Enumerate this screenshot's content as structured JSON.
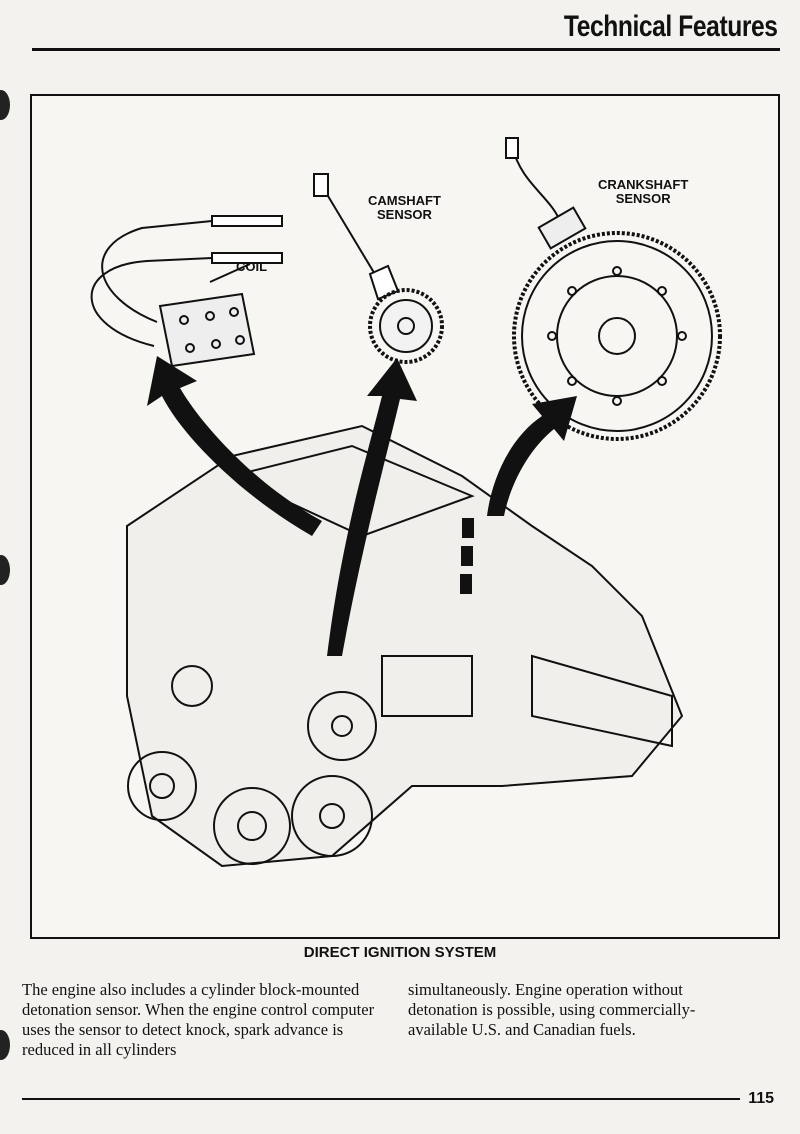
{
  "header": {
    "title": "Technical Features"
  },
  "figure": {
    "labels": {
      "coil": "COIL",
      "camshaft_sensor": "CAMSHAFT\nSENSOR",
      "crankshaft_sensor": "CRANKSHAFT\nSENSOR"
    },
    "caption": "DIRECT IGNITION SYSTEM"
  },
  "body": {
    "col1": "The engine also includes a cylinder block-mounted detonation sensor. When the engine control computer uses the sensor to detect knock, spark advance is reduced in all cylinders",
    "col2": "simultaneously. Engine operation without detonation is possible, using commercially-available U.S. and Canadian fuels."
  },
  "footer": {
    "page_number": "115"
  }
}
